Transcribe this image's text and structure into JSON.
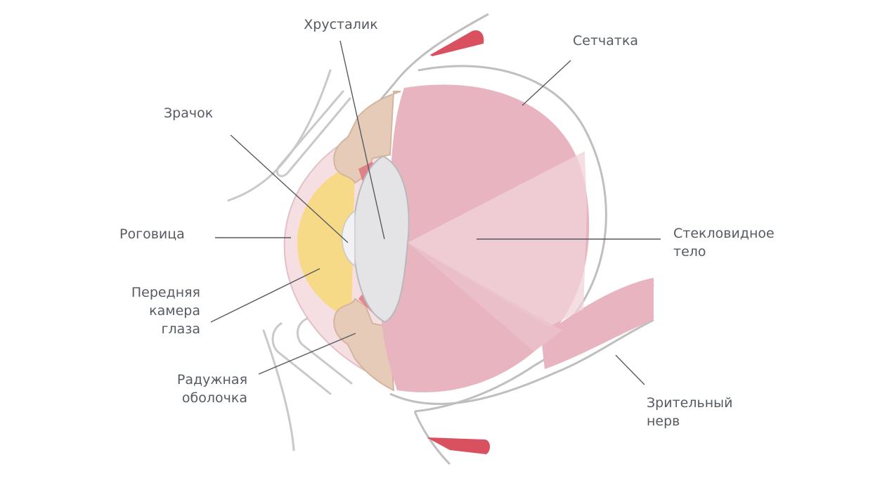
{
  "diagram": {
    "labels": {
      "lens": "Хрусталик",
      "retina": "Сетчатка",
      "pupil": "Зрачок",
      "cornea": "Роговица",
      "vitreous_line1": "Стекловидное",
      "vitreous_line2": "тело",
      "anterior_line1": "Передняя",
      "anterior_line2": "камера",
      "anterior_line3": "глаза",
      "iris_line1": "Радужная",
      "iris_line2": "оболочка",
      "optic_line1": "Зрительный",
      "optic_line2": "нерв"
    },
    "colors": {
      "vitreous": "#e8b4c0",
      "vitreous_light": "#f1d3da",
      "lens": "#e4e4e6",
      "anterior_chamber": "#f6da88",
      "iris": "#e6ccb8",
      "cornea": "#f6dfe3",
      "muscle": "#d9505f",
      "outline": "#bfbfbf",
      "leader": "#555b61"
    }
  }
}
